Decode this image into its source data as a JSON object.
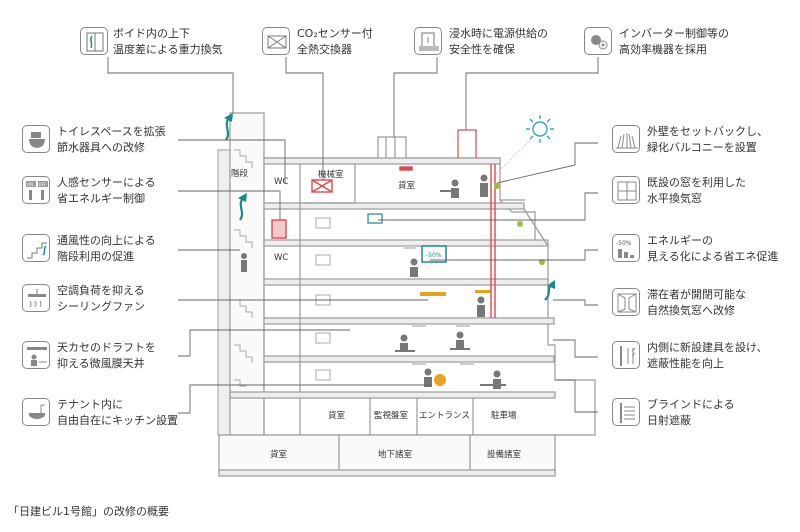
{
  "title": "「日建ビル1号館」の改修の概要",
  "callouts": {
    "void_gravity": [
      "ボイド内の上下",
      "温度差による重力換気"
    ],
    "co2_sensor": [
      "CO₂センサー付",
      "全熱交換器"
    ],
    "flood_power": [
      "浸水時に電源供給の",
      "安全性を確保"
    ],
    "inverter": [
      "インバーター制御等の",
      "高効率機器を採用"
    ],
    "toilet": [
      "トイレスペースを拡張",
      "節水器具への改修"
    ],
    "motion_sensor": [
      "人感センサーによる",
      "省エネルギー制御"
    ],
    "stairs": [
      "通風性の向上による",
      "階段利用の促進"
    ],
    "ceiling_fan": [
      "空調負荷を抑える",
      "シーリングファン"
    ],
    "membrane_ceiling": [
      "天カセのドラフトを",
      "抑える微風膜天井"
    ],
    "kitchen": [
      "テナント内に",
      "自由自在にキッチン設置"
    ],
    "setback": [
      "外壁をセットバックし、",
      "緑化バルコニーを設置"
    ],
    "existing_window": [
      "既設の窓を利用した",
      "水平換気窓"
    ],
    "visualization": [
      "エネルギーの",
      "見える化による省エネ促進"
    ],
    "natural_vent": [
      "滞在者が開閉可能な",
      "自然換気窓へ改修"
    ],
    "inner_fixture": [
      "内側に新設建具を設け、",
      "遮蔽性能を向上"
    ],
    "blind": [
      "ブラインドによる",
      "日射遮蔽"
    ]
  },
  "rooms": {
    "stairs": "階段",
    "wc_top": "WC",
    "machine_room": "機械室",
    "rental_top": "貸室",
    "wc_mid": "WC",
    "rental_ground": "貸室",
    "monitoring": "監視盤室",
    "entrance": "エントランス",
    "parking": "駐車場",
    "rental_basement": "貸室",
    "basement_room": "地下諸室",
    "equipment_room": "設備諸室"
  },
  "icon_texts": {
    "motion_on": "ON",
    "motion_off": "OFF",
    "visual_percent": "-50%",
    "monitor_percent": "-50%"
  },
  "colors": {
    "line": "#9a9a9a",
    "wall_fill": "#eeeeee",
    "accent_red": "#e0464a",
    "accent_teal": "#1a8a8e",
    "accent_orange": "#e9a21f",
    "text": "#333333"
  }
}
